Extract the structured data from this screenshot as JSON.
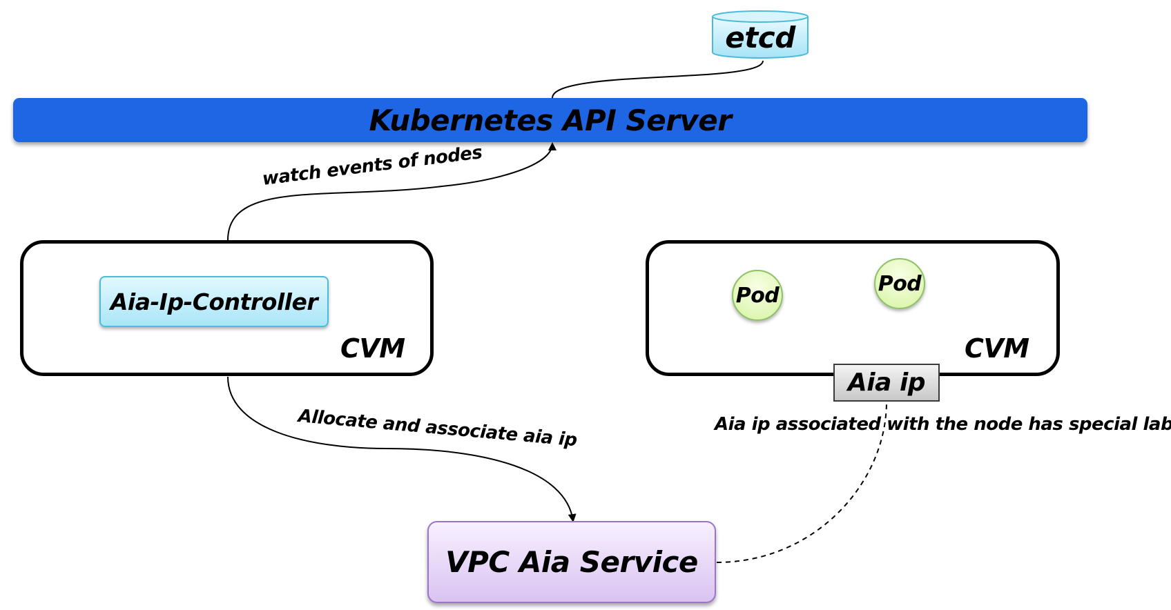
{
  "nodes": {
    "etcd": "etcd",
    "api_server": "Kubernetes API Server",
    "controller": "Aia-Ip-Controller",
    "cvm_left": "CVM",
    "cvm_right": "CVM",
    "pod_1": "Pod",
    "pod_2": "Pod",
    "aia_ip": "Aia ip",
    "vpc_service": "VPC Aia Service"
  },
  "edges": {
    "watch": "watch events of nodes",
    "allocate": "Allocate and associate aia ip",
    "special_label": "Aia ip associated with the node has special label"
  },
  "colors": {
    "api_bar": "#1f66e5",
    "etcd_fill": "#c8f0fb",
    "controller_fill": "#bdebf9",
    "pod_fill": "#e3f7c1",
    "vpc_fill": "#e6d8f6",
    "aia_tag_fill": "#dedede"
  }
}
